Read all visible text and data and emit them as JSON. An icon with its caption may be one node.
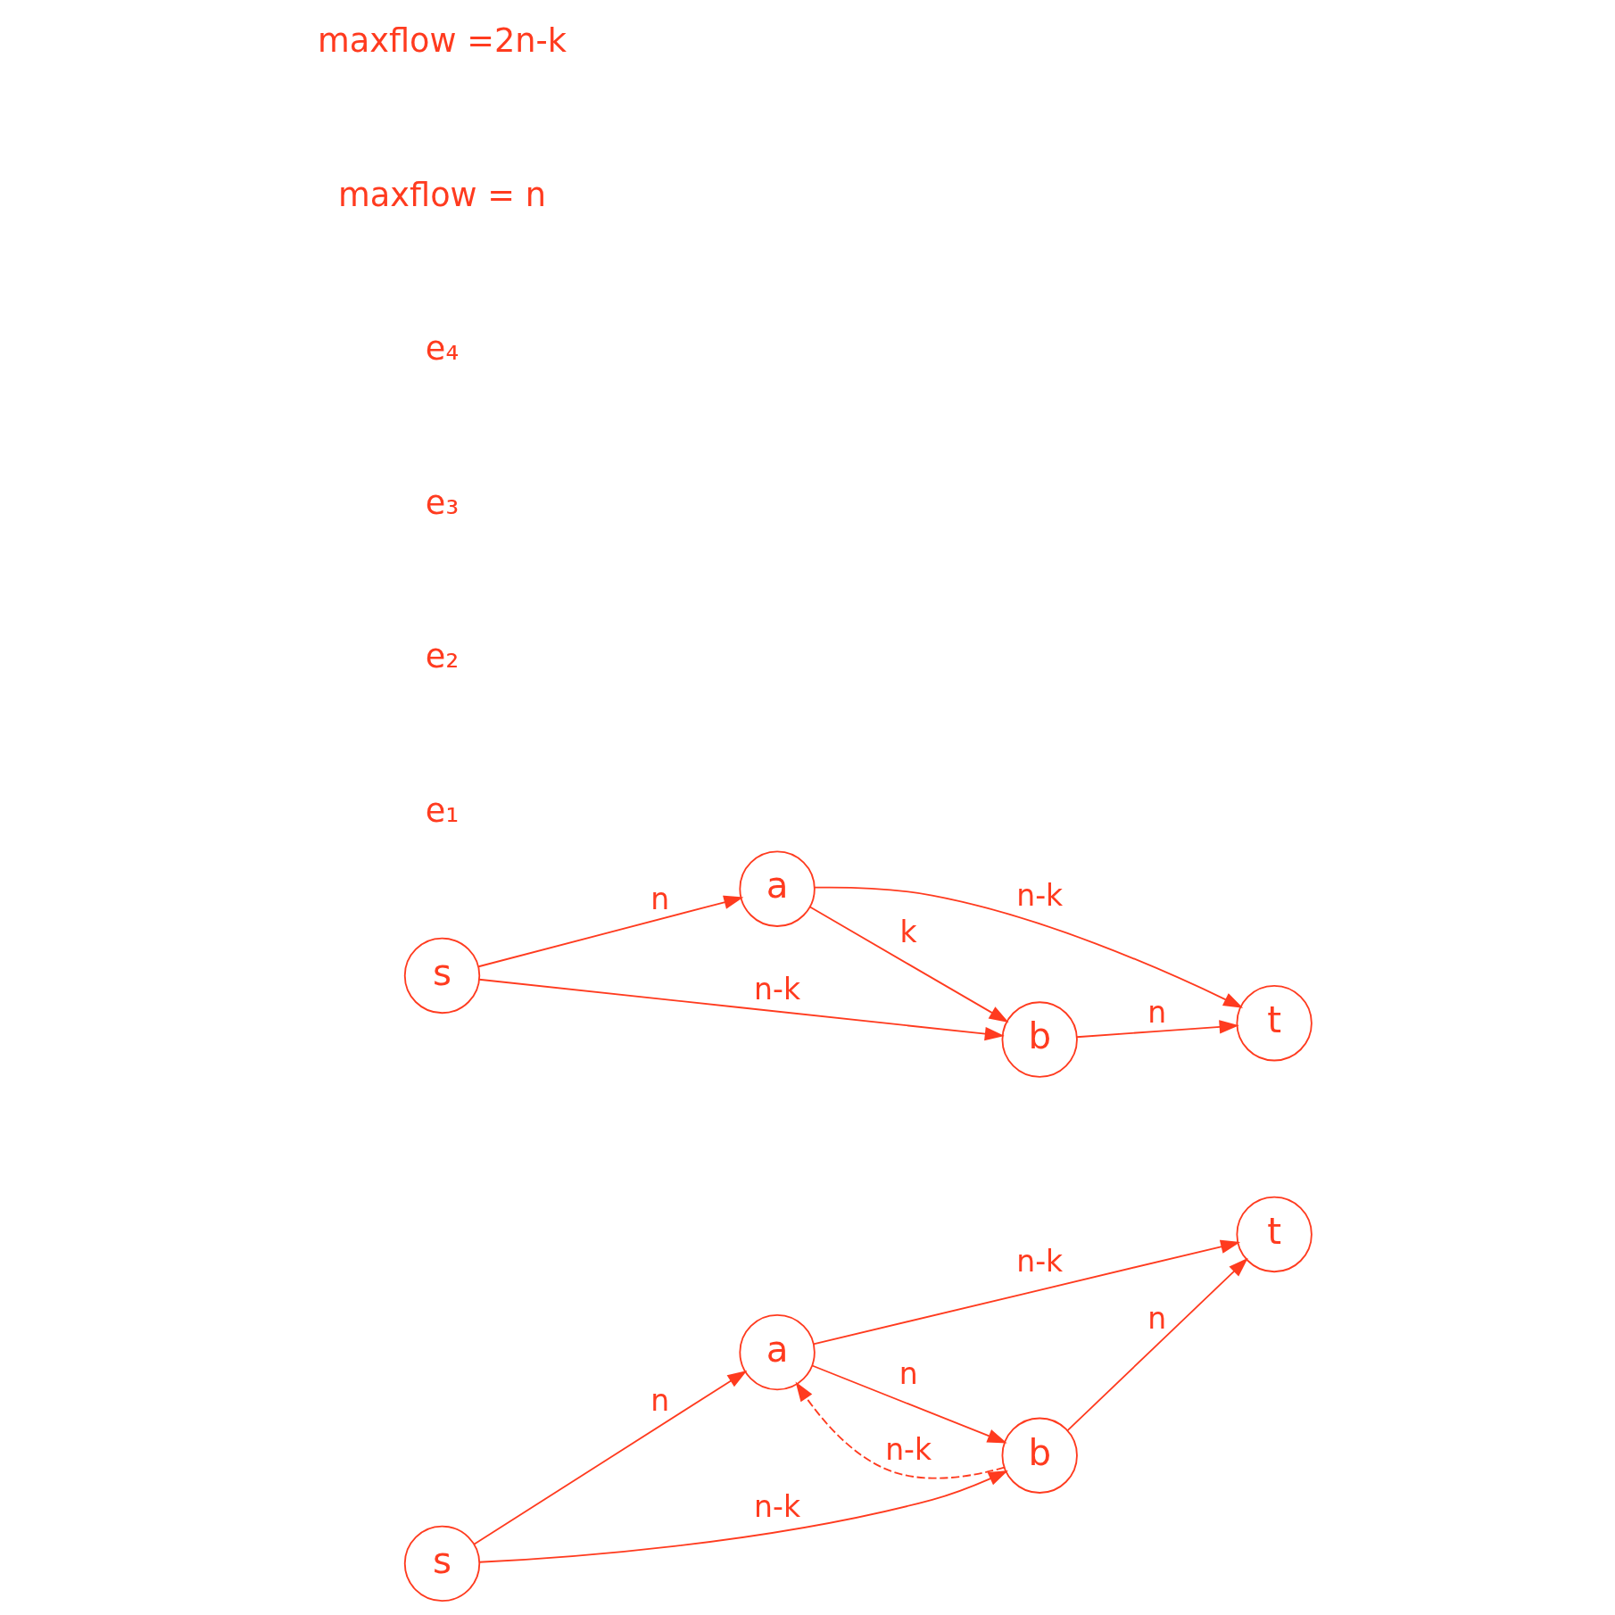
{
  "diagram": {
    "nodes": [
      {
        "text": [
          "s"
        ]
      },
      {
        "text": [
          "a"
        ]
      },
      {
        "text": [
          "t"
        ]
      },
      {
        "text": [
          "b"
        ]
      },
      {
        "text": [
          "s"
        ]
      },
      {
        "text": [
          "a"
        ]
      },
      {
        "text": [
          "t"
        ]
      },
      {
        "text": [
          "b"
        ]
      }
    ],
    "edges": [
      {
        "from": 0,
        "to": 1,
        "arrow": "to",
        "label": "n"
      },
      {
        "from": 1,
        "to": 2,
        "arrow": "to",
        "label": "n-k"
      },
      {
        "from": 1,
        "to": 3,
        "arrow": "to",
        "label": "n"
      },
      {
        "from": 3,
        "to": 1,
        "arrow": "to",
        "label": "n-k",
        "style": "dashed"
      },
      {
        "from": 0,
        "to": 3,
        "arrow": "to",
        "label": "n-k"
      },
      {
        "from": 3,
        "to": 2,
        "arrow": "to",
        "label": "n"
      },
      {
        "from": 4,
        "to": 5,
        "arrow": "to",
        "label": "n"
      },
      {
        "from": 5,
        "to": 6,
        "arrow": "to",
        "label": "n-k"
      },
      {
        "from": 5,
        "to": 7,
        "arrow": "to",
        "label": "k"
      },
      {
        "from": 4,
        "to": 7,
        "arrow": "to",
        "label": "n-k"
      },
      {
        "from": 7,
        "to": 6,
        "arrow": "to",
        "label": "n"
      }
    ],
    "labels": [
      "e₁",
      "e₂",
      "e₃",
      "e₄",
      "maxflow = n",
      "maxflow =2n-k"
    ]
  }
}
